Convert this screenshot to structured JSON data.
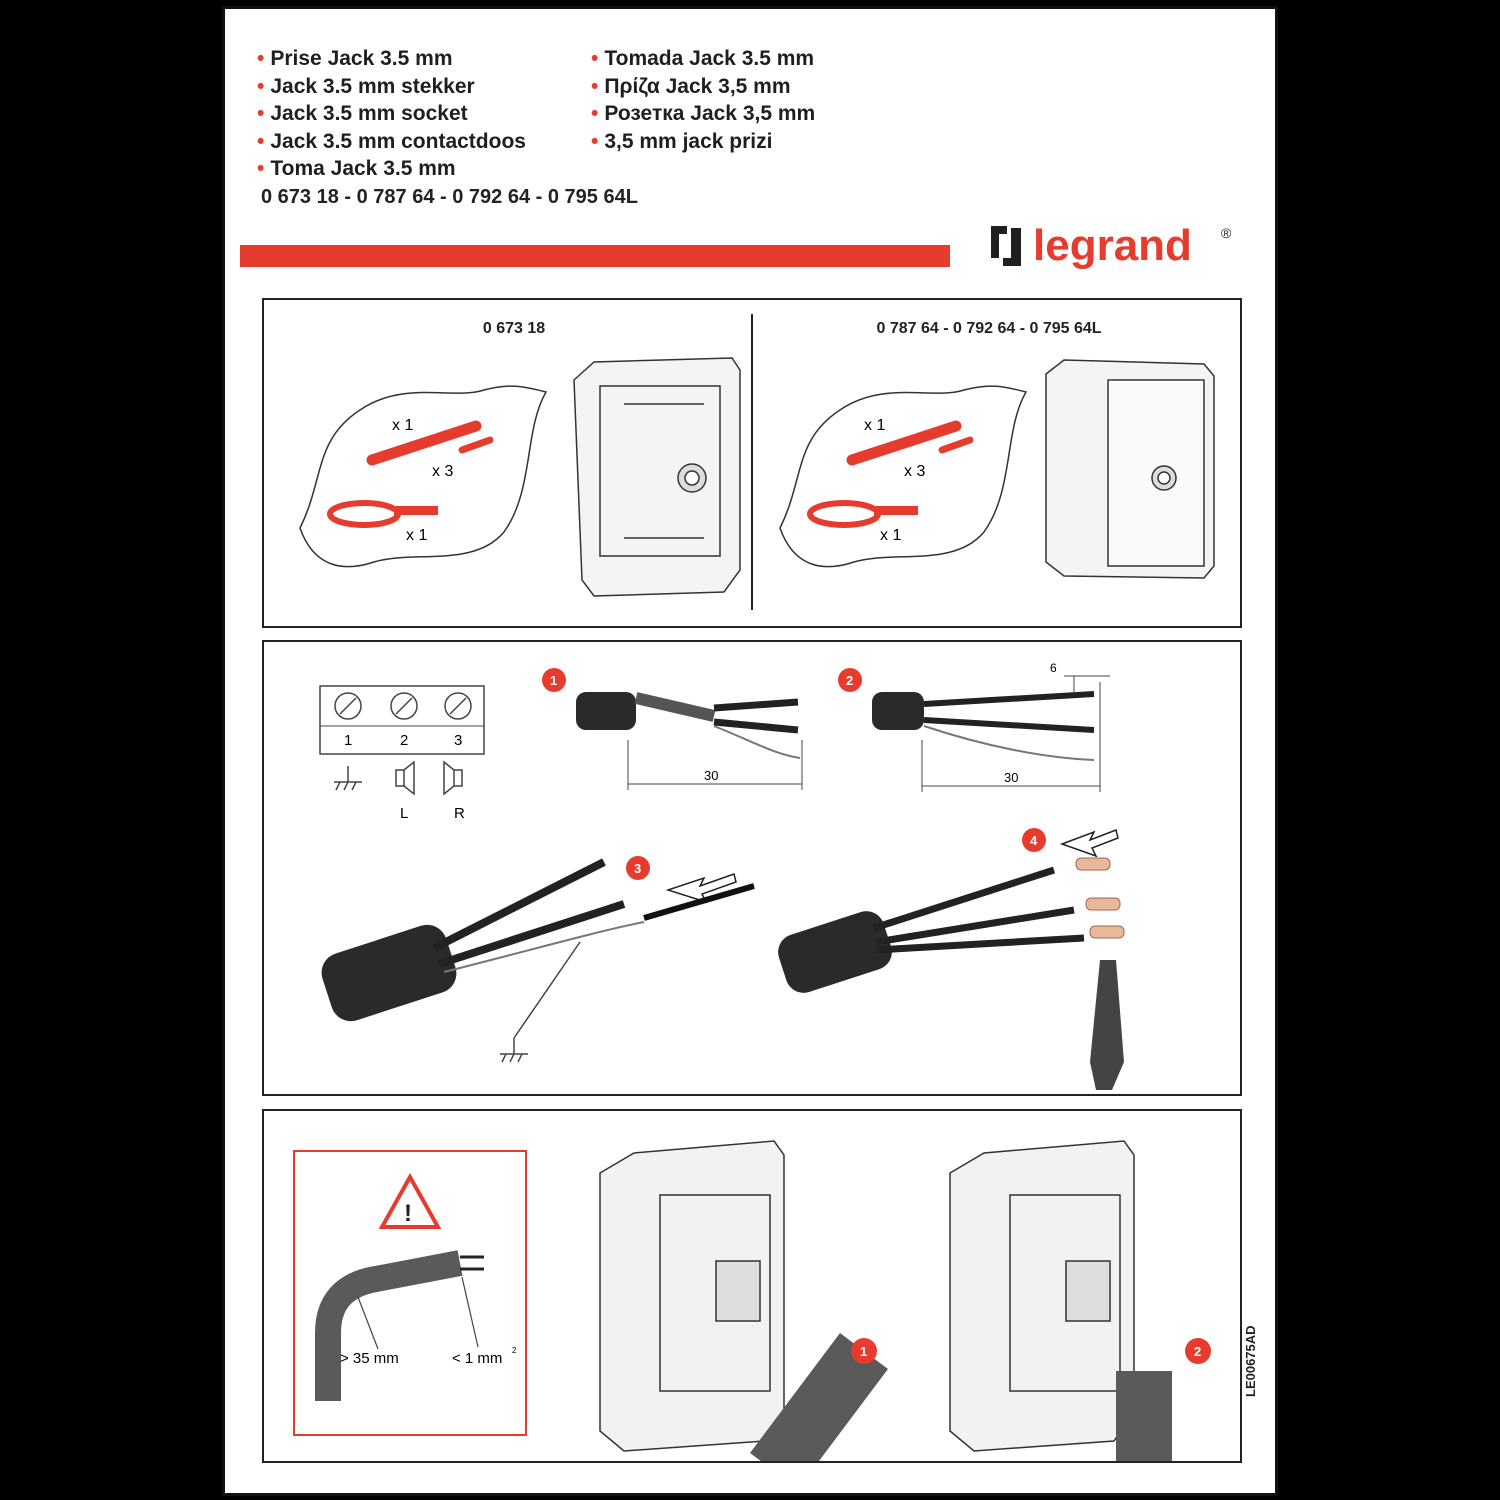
{
  "titles_left": [
    "Prise Jack 3.5 mm",
    "Jack 3.5 mm stekker",
    "Jack 3.5 mm socket",
    "Jack 3.5 mm contactdoos",
    "Toma Jack 3.5 mm"
  ],
  "titles_right": [
    "Tomada Jack 3.5 mm",
    "Πρίζα Jack 3,5 mm",
    "Розетка Jack 3,5 mm",
    "3,5 mm jack prizi"
  ],
  "bullet": "•",
  "refs": "0 673 18 - 0 787 64 - 0 792 64 -  0 795 64L",
  "brand": "legrand",
  "registered": "®",
  "doc_id": "LE00675AD",
  "contents": {
    "left_title": "0 673 18",
    "right_title": "0 787 64 - 0 792 64 - 0 795 64L",
    "qty_rod": "x 1",
    "qty_pins": "x 3",
    "qty_tie": "x 1"
  },
  "wiring": {
    "terminals": [
      "1",
      "2",
      "3"
    ],
    "symbol_labels": [
      "L",
      "R"
    ],
    "steps": [
      "1",
      "2",
      "3",
      "4"
    ],
    "dim_strip": "30",
    "dim_conductor": "6"
  },
  "install": {
    "bend_radius": "> 35 mm",
    "section": "< 1 mm",
    "section_sup": "2",
    "steps": [
      "1",
      "2"
    ]
  },
  "colors": {
    "accent": "#e63c2e",
    "ink": "#1f1f1f",
    "device": "#8a8a8a",
    "cable": "#2a2a2a"
  }
}
